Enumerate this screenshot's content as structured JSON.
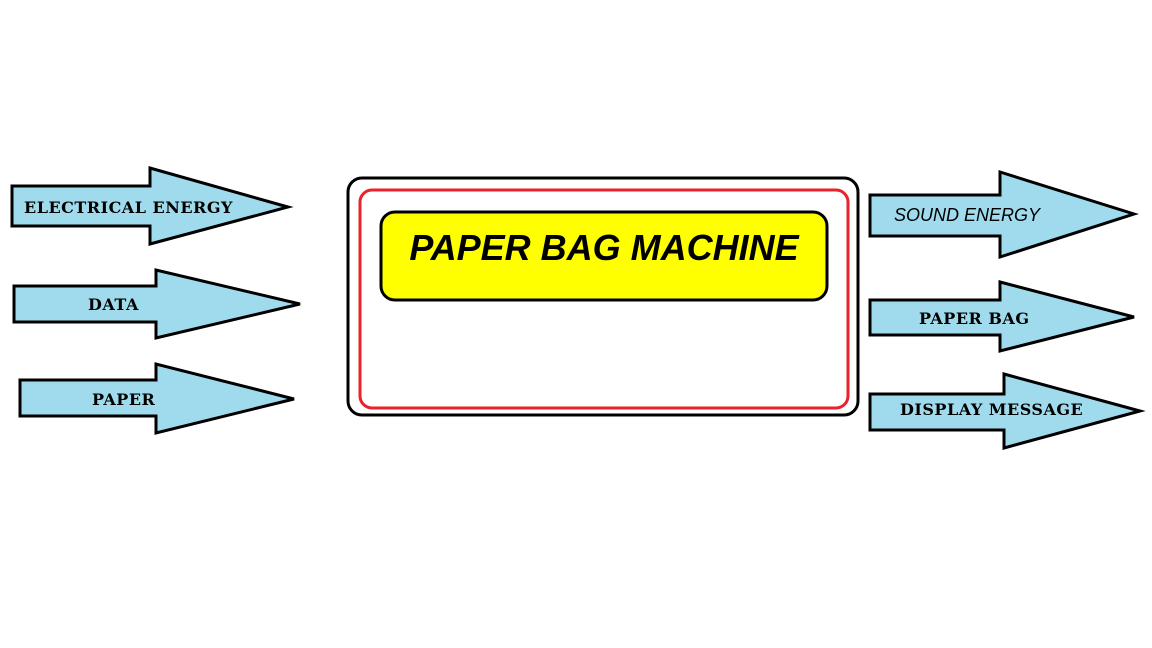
{
  "title": "PAPER BAG MACHINE",
  "inputs": [
    {
      "label": "ELECTRICAL ENERGY"
    },
    {
      "label": "DATA"
    },
    {
      "label": "PAPER"
    }
  ],
  "outputs": [
    {
      "label": "SOUND ENERGY"
    },
    {
      "label": "PAPER BAG"
    },
    {
      "label": "DISPLAY MESSAGE"
    }
  ],
  "colors": {
    "arrow_fill": "#9fdbec",
    "title_fill": "#ffff00",
    "inner_border": "#e8232b",
    "outline": "#000000",
    "background": "#ffffff"
  }
}
